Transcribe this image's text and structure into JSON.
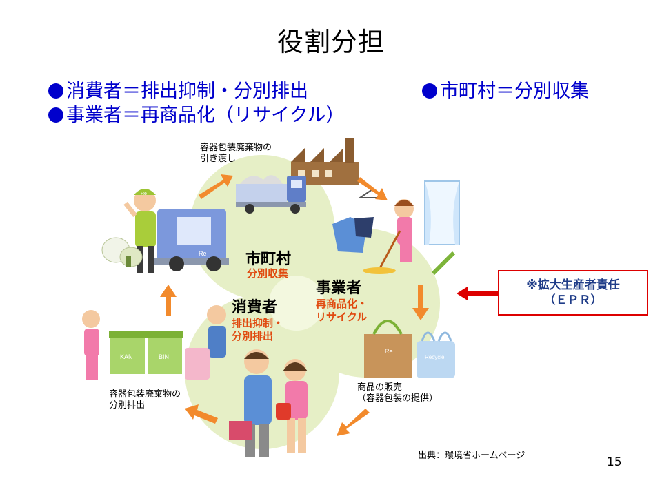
{
  "title": "役割分担",
  "bullets": {
    "consumer": "消費者＝排出抑制・分別排出",
    "municipality": "市町村＝分別収集",
    "business": "事業者＝再商品化（リサイクル）"
  },
  "diagram": {
    "municipality": {
      "name": "市町村",
      "role": "分別収集"
    },
    "business": {
      "name": "事業者",
      "role_line1": "再商品化・",
      "role_line2": "リサイクル"
    },
    "consumer": {
      "name": "消費者",
      "role_line1": "排出抑制・",
      "role_line2": "分別排出"
    },
    "step_handover": {
      "line1": "容器包装廃棄物の",
      "line2": "引き渡し"
    },
    "step_sales": {
      "line1": "商品の販売",
      "line2": "（容器包装の提供）"
    },
    "step_sorting": {
      "line1": "容器包装廃棄物の",
      "line2": "分別排出"
    },
    "truck_badge": "Re",
    "cap_badge": "Re",
    "bag_badge": "Re",
    "recycle_bag": "Recycle",
    "bin_kan": "KAN",
    "bin_bin": "BIN"
  },
  "epr": {
    "line1": "※拡大生産者責任",
    "line2": "（ＥＰＲ）"
  },
  "source": "出典：環境省ホームページ",
  "page_number": "15",
  "colors": {
    "accent_blue": "#0000cc",
    "circle_green": "#e6efc6",
    "arrow_orange": "#f28a2c",
    "epr_border": "#dd0000",
    "role_orange": "#e04a10"
  }
}
